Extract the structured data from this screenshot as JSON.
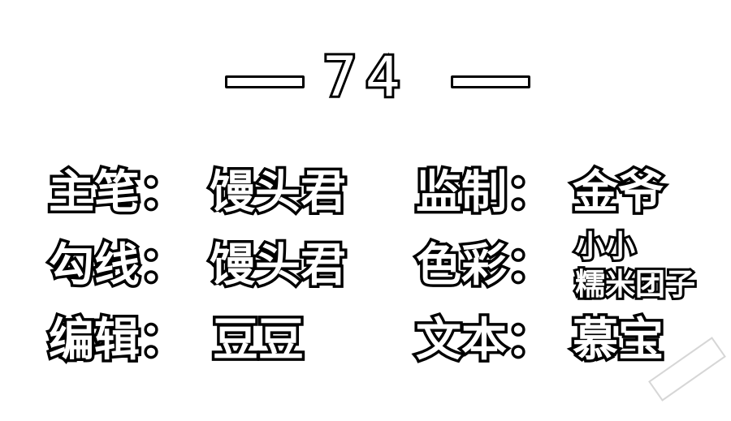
{
  "chapter_number": "74",
  "credits": {
    "writer": {
      "label": "主笔：",
      "value": "馒头君"
    },
    "lineart": {
      "label": "勾线：",
      "value": "馒头君"
    },
    "editor": {
      "label": "编辑：",
      "value": "豆豆"
    },
    "supervisor": {
      "label": "监制：",
      "value": "金爷"
    },
    "color": {
      "label": "色彩：",
      "value_line1": "小小",
      "value_line2": "糯米团子"
    },
    "text": {
      "label": "文本：",
      "value": "慕宝"
    }
  }
}
